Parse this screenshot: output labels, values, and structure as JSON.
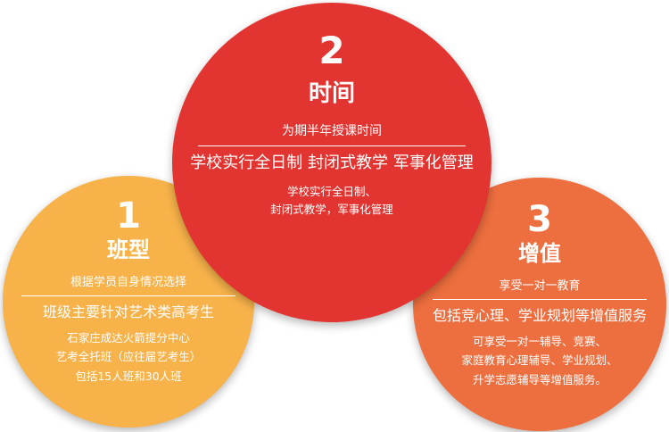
{
  "colors": {
    "circle_left": "#f7b24a",
    "circle_center": "#e23430",
    "circle_right": "#ed6e3e",
    "text": "#ffffff"
  },
  "center": {
    "number": "2",
    "title": "时间",
    "subtitle": "为期半年授课时间",
    "headline": "学校实行全日制 封闭式教学 军事化管理",
    "body": [
      "学校实行全日制、",
      "封闭式教学，军事化管理"
    ]
  },
  "left": {
    "number": "1",
    "title": "班型",
    "subtitle": "根据学员自身情况选择",
    "headline": "班级主要针对艺术类高考生",
    "body": [
      "石家庄成达火箭提分中心",
      "艺考全托班（应往届艺考生）",
      "包括15人班和30人班"
    ]
  },
  "right": {
    "number": "3",
    "title": "增值",
    "subtitle": "享受一对一教育",
    "headline": "包括竞心理、学业规划等增值服务",
    "body": [
      "可享受一对一辅导、竞赛、",
      "家庭教育心理辅导、学业规划、",
      "升学志愿辅导等增值服务。"
    ]
  }
}
